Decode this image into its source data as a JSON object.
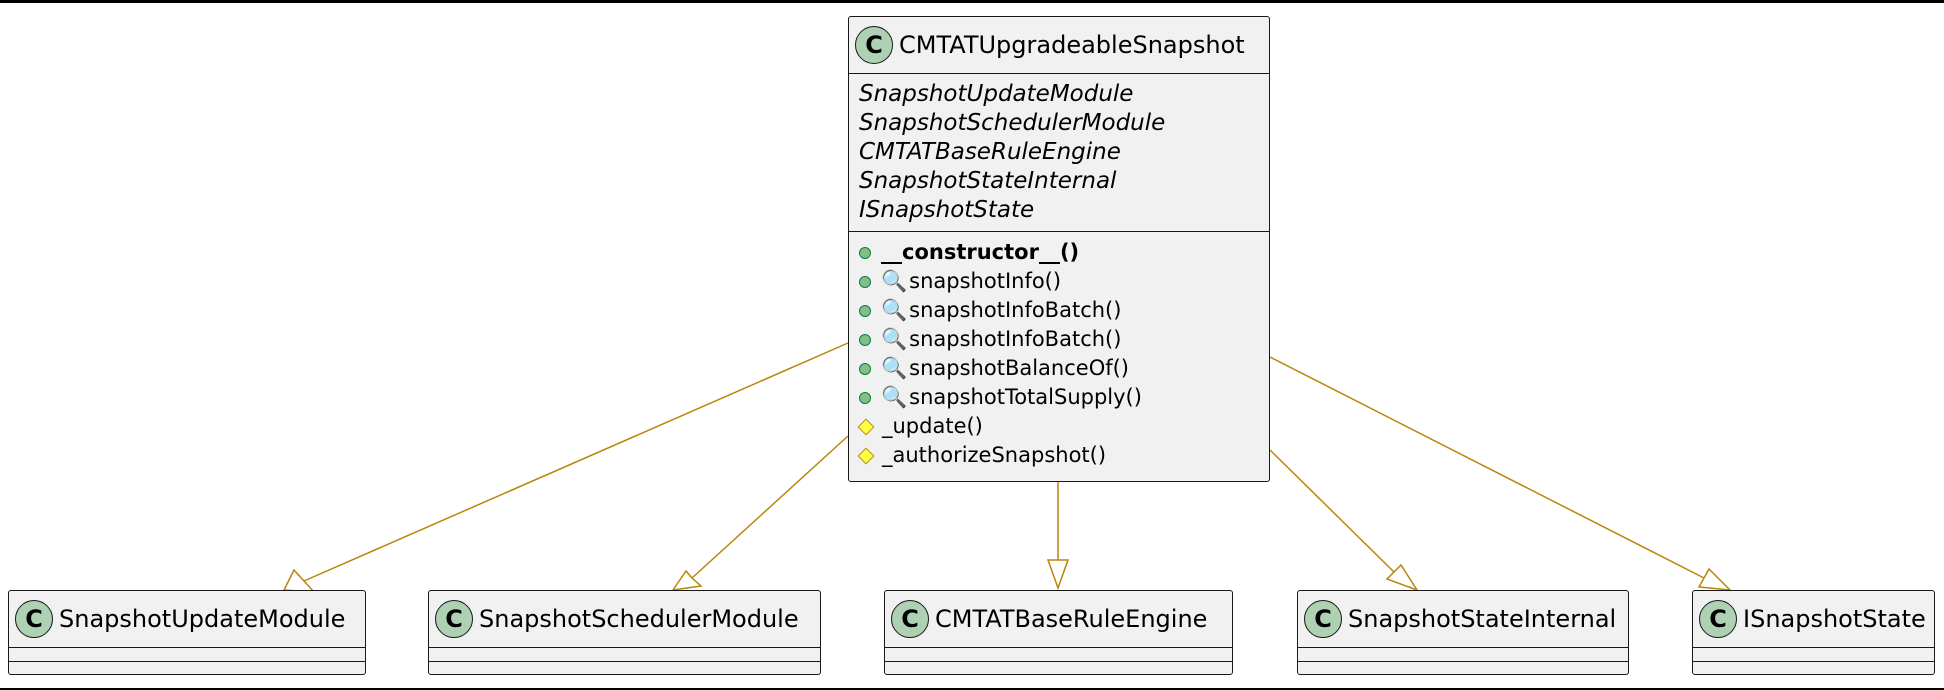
{
  "main_class": {
    "badge": "C",
    "name": "CMTATUpgradeableSnapshot",
    "parents": [
      "SnapshotUpdateModule",
      "SnapshotSchedulerModule",
      "CMTATBaseRuleEngine",
      "SnapshotStateInternal",
      "ISnapshotState"
    ],
    "methods": [
      {
        "visibility": "public",
        "icon": "",
        "name": "__constructor__()",
        "bold": true
      },
      {
        "visibility": "public",
        "icon": "🔍",
        "name": "snapshotInfo()",
        "bold": false
      },
      {
        "visibility": "public",
        "icon": "🔍",
        "name": "snapshotInfoBatch()",
        "bold": false
      },
      {
        "visibility": "public",
        "icon": "🔍",
        "name": "snapshotInfoBatch()",
        "bold": false
      },
      {
        "visibility": "public",
        "icon": "🔍",
        "name": "snapshotBalanceOf()",
        "bold": false
      },
      {
        "visibility": "public",
        "icon": "🔍",
        "name": "snapshotTotalSupply()",
        "bold": false
      },
      {
        "visibility": "protected",
        "icon": "",
        "name": "_update()",
        "bold": false
      },
      {
        "visibility": "protected",
        "icon": "",
        "name": "_authorizeSnapshot()",
        "bold": false
      }
    ]
  },
  "parent_classes": [
    {
      "badge": "C",
      "name": "SnapshotUpdateModule"
    },
    {
      "badge": "C",
      "name": "SnapshotSchedulerModule"
    },
    {
      "badge": "C",
      "name": "CMTATBaseRuleEngine"
    },
    {
      "badge": "C",
      "name": "SnapshotStateInternal"
    },
    {
      "badge": "C",
      "name": "ISnapshotState"
    }
  ],
  "colors": {
    "class_fill": "#f1f1f1",
    "badge_fill": "#add1b2",
    "edge": "#b8860b",
    "public_dot": "#84be84",
    "protected_diamond": "#ffff44"
  }
}
